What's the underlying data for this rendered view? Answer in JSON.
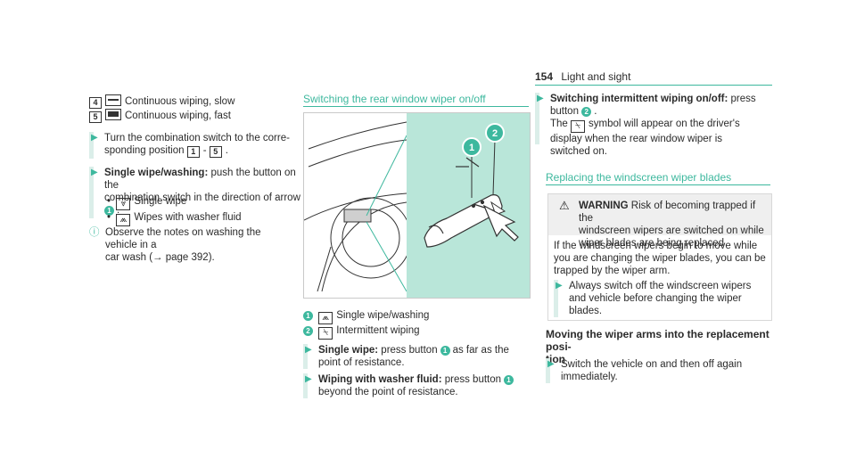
{
  "header": {
    "page_number": "154",
    "section": "Light and sight"
  },
  "left": {
    "legend": [
      {
        "key": "4",
        "symbol": "one-line-icon",
        "text": "Continuous wiping, slow"
      },
      {
        "key": "5",
        "symbol": "three-line-icon",
        "text": "Continuous wiping, fast"
      }
    ],
    "step1": {
      "text_a": "Turn the combination switch to the corre-",
      "text_b": "sponding position",
      "range_start": "1",
      "range_sep": "-",
      "range_end": "5",
      "end": "."
    },
    "step2": {
      "label": "Single wipe/washing:",
      "text_a": "push the button on the",
      "text_b": "combination switch in the direction of arrow",
      "callout": "1",
      "end": "."
    },
    "bullets": [
      {
        "symbol": "single-wipe-icon",
        "text": "Single wipe"
      },
      {
        "symbol": "wipe-washer-icon",
        "text": "Wipes with washer fluid"
      }
    ],
    "note": {
      "text_a": "Observe the notes on washing the vehicle in a",
      "text_b": "car wash (→ page 392)."
    }
  },
  "middle": {
    "title": "Switching the rear window wiper on/off",
    "figure_callouts": [
      "1",
      "2"
    ],
    "legend": [
      {
        "num": "1",
        "symbol": "wipe-washer-icon",
        "text": "Single wipe/washing"
      },
      {
        "num": "2",
        "symbol": "intermittent-wipe-icon",
        "text": "Intermittent wiping"
      }
    ],
    "step1": {
      "label": "Single wipe:",
      "text_a": "press button",
      "callout": "1",
      "text_b": "as far as the",
      "text_c": "point of resistance."
    },
    "step2": {
      "label": "Wiping with washer fluid:",
      "text_a": "press button",
      "callout": "1",
      "text_c": "beyond the point of resistance."
    }
  },
  "right": {
    "step1": {
      "label": "Switching intermittent wiping on/off:",
      "text_a": "press",
      "text_b": "button",
      "callout": "2",
      "end": ".",
      "text_c": "The",
      "text_d": "symbol will appear on the driver's",
      "text_e": "display when the rear window wiper is",
      "text_f": "switched on."
    },
    "section_title": "Replacing the windscreen wiper blades",
    "warning": {
      "label": "WARNING",
      "head_a": "Risk of becoming trapped if the",
      "head_b": "windscreen wipers are switched on while",
      "head_c": "wiper blades are being replaced",
      "body_a": "If the windscreen wipers begin to move while",
      "body_b": "you are changing the wiper blades, you can be",
      "body_c": "trapped by the wiper arm.",
      "step_a": "Always switch off the windscreen wipers",
      "step_b": "and vehicle before changing the wiper",
      "step_c": "blades."
    },
    "sub_title_a": "Moving the wiper arms into the replacement posi-",
    "sub_title_b": "tion",
    "step2": {
      "text_a": "Switch the vehicle on and then off again",
      "text_b": "immediately."
    }
  },
  "colors": {
    "accent": "#3db89e",
    "step_bar": "#dbeee9",
    "figure_panel": "#b9e6d9"
  }
}
